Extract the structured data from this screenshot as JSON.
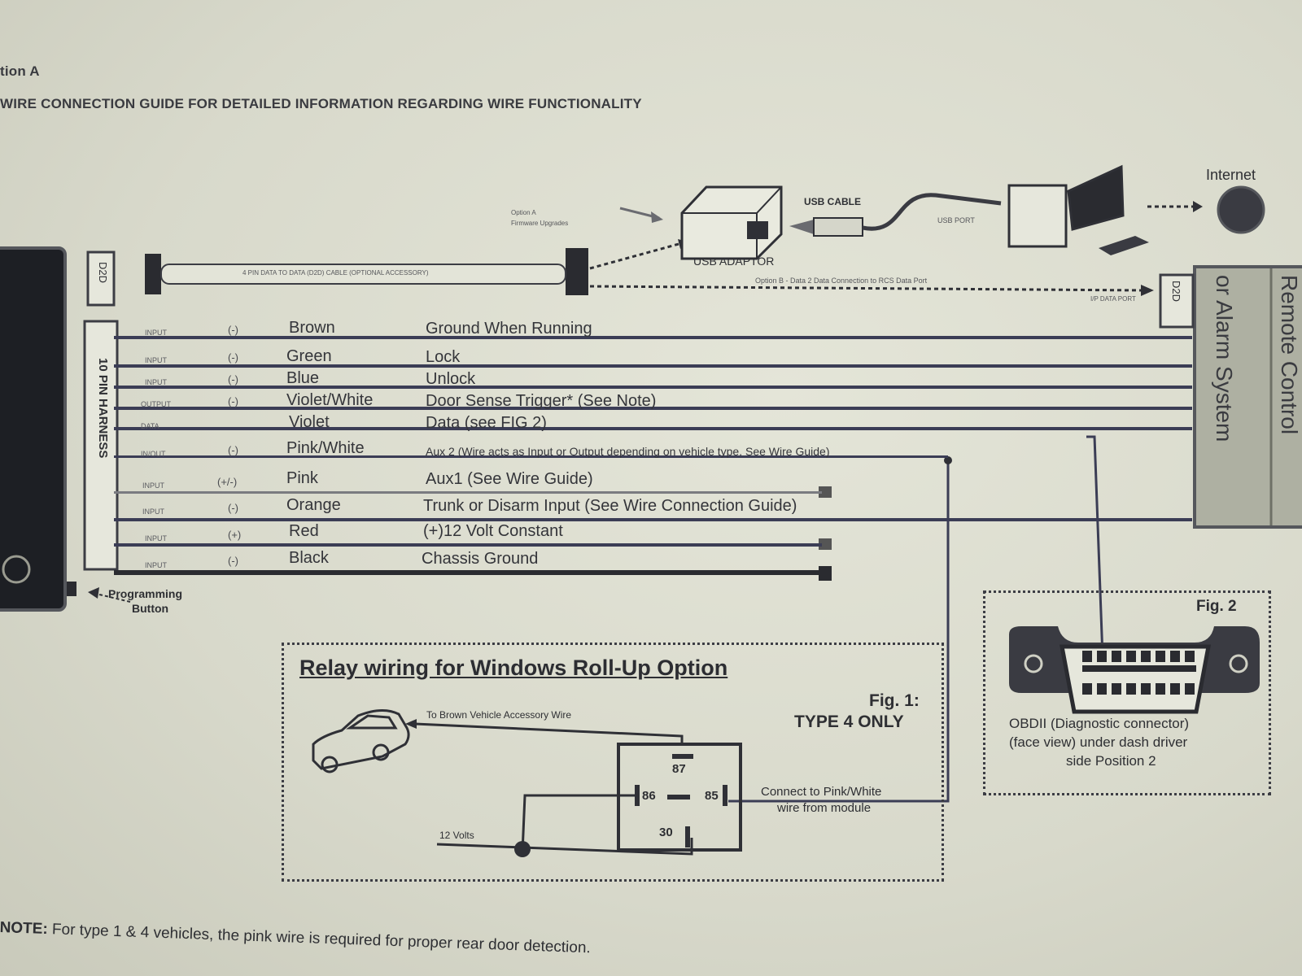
{
  "header": {
    "section": "tion A",
    "guide": "WIRE CONNECTION GUIDE FOR DETAILED INFORMATION REGARDING WIRE FUNCTIONALITY"
  },
  "top": {
    "option_a": "Option A",
    "firmware": "Firmware Upgrades",
    "usb_cable": "USB CABLE",
    "usb_port": "USB PORT",
    "internet": "Internet",
    "usb_adaptor": "USB ADAPTOR",
    "d2d_cable": "4 PIN DATA TO DATA (D2D) CABLE (OPTIONAL ACCESSORY)",
    "option_b": "Option B - Data 2 Data Connection to RCS Data Port",
    "data_port": "I/P DATA PORT",
    "d2d_left": "D2D",
    "d2d_right": "D2D"
  },
  "harness": {
    "label": "10 PIN HARNESS",
    "programming": "Programming",
    "button": "Button"
  },
  "remote": {
    "line1": "Remote Control",
    "line2": "or Alarm System"
  },
  "wires": [
    {
      "io": "INPUT",
      "pol": "(-)",
      "color": "Brown",
      "func": "Ground When Running"
    },
    {
      "io": "INPUT",
      "pol": "(-)",
      "color": "Green",
      "func": "Lock"
    },
    {
      "io": "INPUT",
      "pol": "(-)",
      "color": "Blue",
      "func": "Unlock"
    },
    {
      "io": "OUTPUT",
      "pol": "(-)",
      "color": "Violet/White",
      "func": "Door Sense Trigger* (See Note)"
    },
    {
      "io": "DATA",
      "pol": "",
      "color": "Violet",
      "func": "Data (see FIG 2)"
    },
    {
      "io": "IN/OUT",
      "pol": "(-)",
      "color": "Pink/White",
      "func": "Aux 2 (Wire acts as Input or Output depending on vehicle type. See Wire Guide)"
    },
    {
      "io": "INPUT",
      "pol": "(+/-)",
      "color": "Pink",
      "func": "Aux1  (See Wire Guide)"
    },
    {
      "io": "INPUT",
      "pol": "(-)",
      "color": "Orange",
      "func": "Trunk or Disarm Input (See Wire Connection Guide)"
    },
    {
      "io": "INPUT",
      "pol": "(+)",
      "color": "Red",
      "func": "(+)12 Volt Constant"
    },
    {
      "io": "INPUT",
      "pol": "(-)",
      "color": "Black",
      "func": "Chassis Ground"
    }
  ],
  "fig2": {
    "title": "Fig. 2",
    "caption1": "OBDII (Diagnostic connector)",
    "caption2": "(face view) under dash driver",
    "caption3": "side Position 2"
  },
  "fig1": {
    "heading": "Relay wiring for Windows Roll-Up Option",
    "fig": "Fig. 1:",
    "type": "TYPE 4 ONLY",
    "to_brown": "To Brown Vehicle Accessory Wire",
    "pin87": "87",
    "pin86": "86",
    "pin85": "85",
    "pin30": "30",
    "volts": "12 Volts",
    "connect1": "Connect to Pink/White",
    "connect2": "wire from module"
  },
  "note": {
    "label": "NOTE:",
    "text": " For type 1 & 4 vehicles, the pink wire is required for proper rear door detection."
  }
}
